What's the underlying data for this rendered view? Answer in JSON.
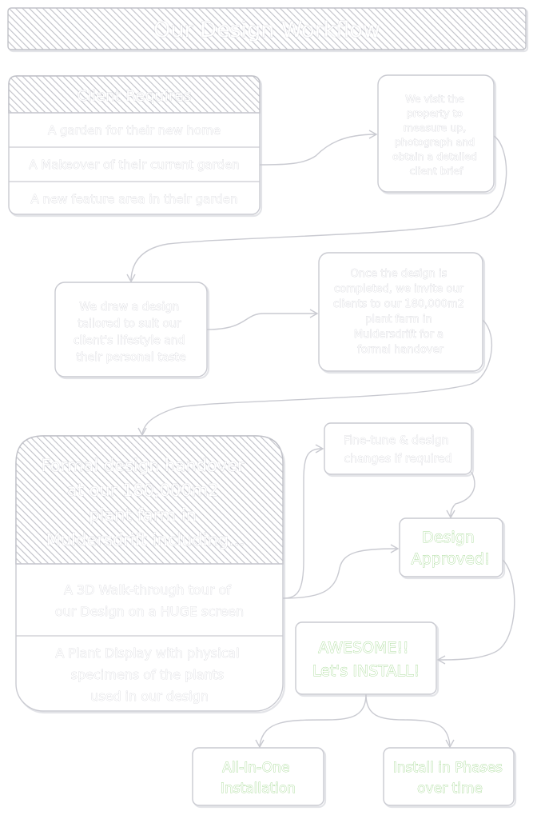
{
  "title": "Our Design Workflow",
  "client_requires": {
    "header": "Client Requires",
    "rows": [
      "A garden for their new home",
      "A Makeover of their current garden",
      "A new feature area in their garden"
    ]
  },
  "visit_box": {
    "lines": [
      "We visit the",
      "property to",
      "measure up,",
      "photograph and",
      "obtain a detailed",
      "client brief"
    ]
  },
  "draw_box": {
    "lines": [
      "We draw a design",
      "tailored to suit our",
      "client's lifestyle and",
      "their personal taste"
    ]
  },
  "invite_box": {
    "lines": [
      "Once the design is",
      "completed, we invite our",
      "clients to our 180,000m2",
      "plant farm in",
      "Muldersdrift for a",
      "formal handover"
    ]
  },
  "handover": {
    "header_lines": [
      "Formal design handover",
      "at our 180,000m2",
      "plant farm in",
      "Muldersdrift including..."
    ],
    "row1_lines": [
      "A 3D Walk-through tour of",
      "our Design on a HUGE screen"
    ],
    "row2_lines": [
      "A Plant Display with physical",
      "specimens of the plants",
      "used in our design"
    ]
  },
  "fine_tune_box": {
    "lines": [
      "Fine-tune & design",
      "changes if required"
    ]
  },
  "approved_box": {
    "lines": [
      "Design",
      "Approved!"
    ]
  },
  "awesome_box": {
    "lines": [
      "AWESOME!!",
      "Let's INSTALL!"
    ]
  },
  "all_in_one_box": {
    "lines": [
      "All-In-One",
      "Installation"
    ]
  },
  "phases_box": {
    "lines": [
      "Install in Phases",
      "over time"
    ]
  },
  "colors": {
    "outline": "#c9cad1",
    "text_fill": "#ffffff",
    "accent_green": "#8fd07a",
    "hatch": "#c0c1c8"
  }
}
